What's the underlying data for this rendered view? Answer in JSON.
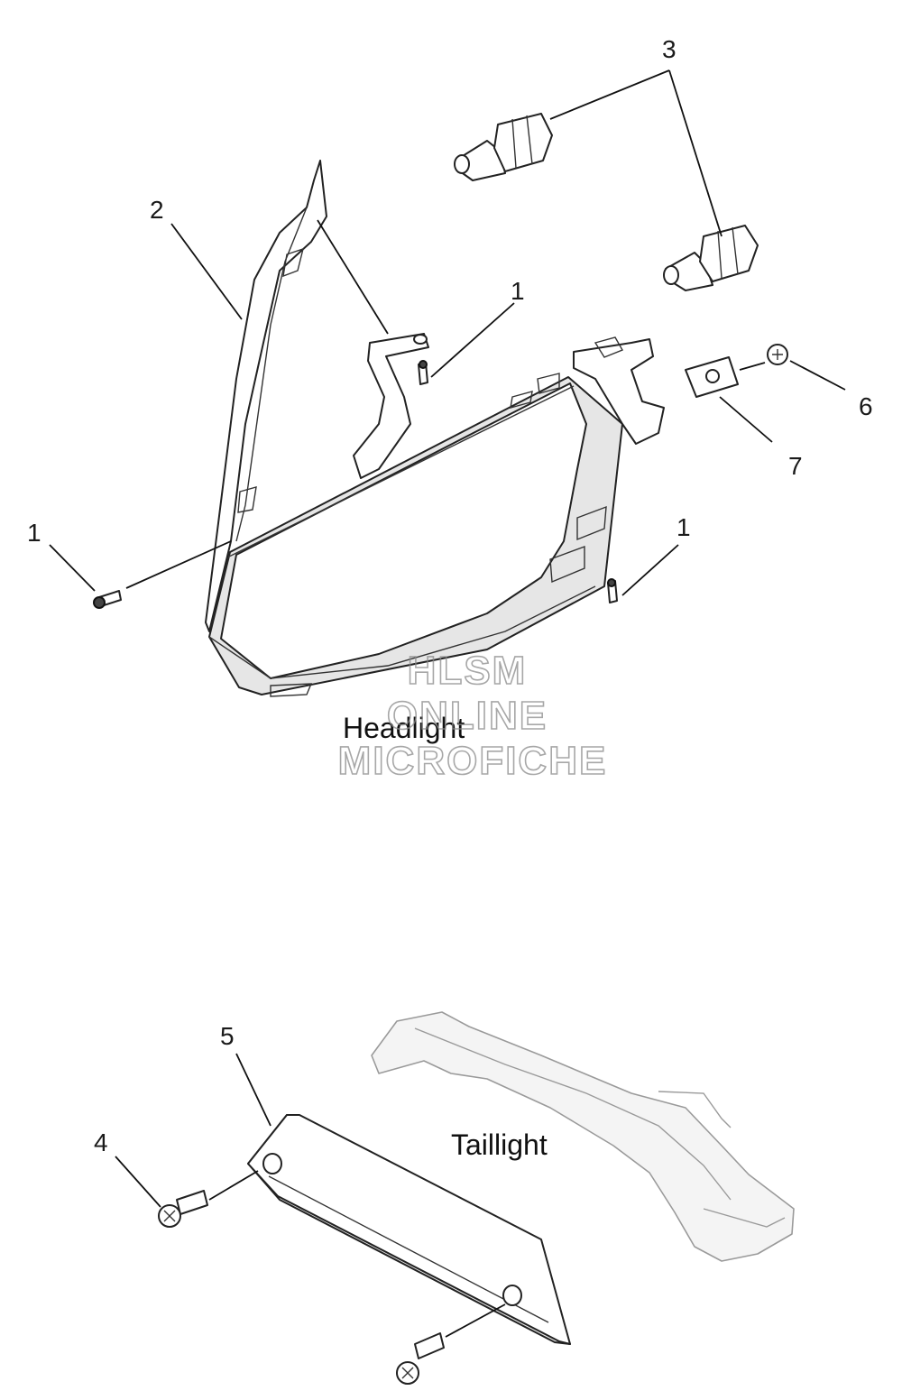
{
  "sections": {
    "headlight": "Headlight",
    "taillight": "Taillight"
  },
  "callouts": [
    "1",
    "1",
    "1",
    "2",
    "3",
    "4",
    "5",
    "6",
    "7"
  ],
  "watermark": [
    "HLSM",
    "ONLINE",
    "MICROFICHE"
  ]
}
